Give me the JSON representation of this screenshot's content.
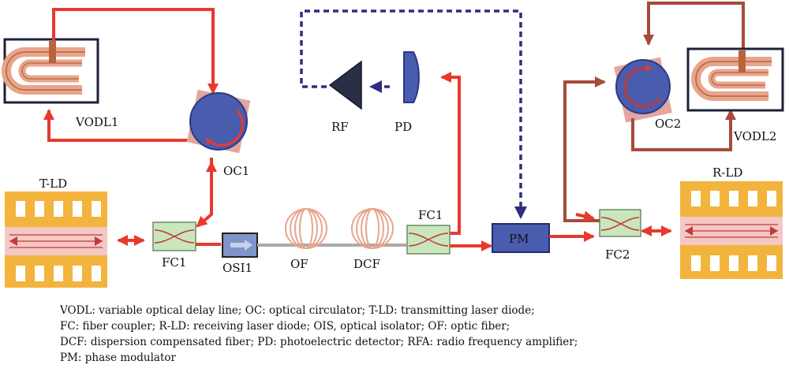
{
  "labels": {
    "vodl1": "VODL1",
    "vodl2": "VODL2",
    "oc1": "OC1",
    "oc2": "OC2",
    "rf": "RF",
    "pd": "PD",
    "tld": "T-LD",
    "rld": "R-LD",
    "fc1_left": "FC1",
    "fc1_right": "FC1",
    "fc2": "FC2",
    "osi1": "OSI1",
    "of": "OF",
    "dcf": "DCF",
    "pm": "PM"
  },
  "legend": [
    "VODL: variable optical delay line; OC: optical circulator; T-LD: transmitting laser diode;",
    "FC: fiber coupler; R-LD: receiving laser diode; OIS, optical isolator; OF: optic fiber;",
    "DCF: dispersion compensated fiber; PD: photoelectric detector; RFA: radio frequency amplifier;",
    "PM: phase modulator"
  ],
  "colors": {
    "optical_path": "#e8392f",
    "delay_path": "#a84a3a",
    "electrical_path": "#2e2e80",
    "circulator": "#4a5cae",
    "fiber": "#e8a58c",
    "laser_gold": "#f2b43c"
  }
}
